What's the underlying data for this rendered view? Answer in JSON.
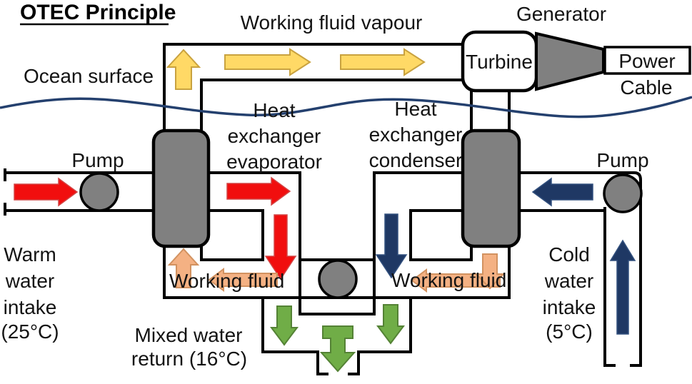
{
  "title": "OTEC Principle",
  "labels": {
    "vapour": "Working fluid vapour",
    "generator": "Generator",
    "turbine": "Turbine",
    "power": "Power",
    "cable": "Cable",
    "ocean_surface": "Ocean surface",
    "pump_left": "Pump",
    "pump_right": "Pump",
    "evaporator": [
      "Heat",
      "exchanger",
      "evaporator"
    ],
    "condenser": [
      "Heat",
      "exchanger",
      "condenser"
    ],
    "warm_intake": [
      "Warm",
      "water",
      "intake",
      "(25°C)"
    ],
    "cold_intake": [
      "Cold",
      "water",
      "intake",
      "(5°C)"
    ],
    "working_fluid_left": "Working fluid",
    "working_fluid_right": "Working fluid",
    "mixed_return": [
      "Mixed water",
      "return (16°C)"
    ]
  },
  "colors": {
    "vapour_arrow": "#FFD966",
    "warm_water": "#F10E0E",
    "cold_water": "#1F3864",
    "working_fluid": "#F4B183",
    "mixed_water": "#70AD47",
    "equipment_gray": "#808080",
    "equipment_white": "#FFFFFF",
    "ocean_line": "#24406E"
  }
}
